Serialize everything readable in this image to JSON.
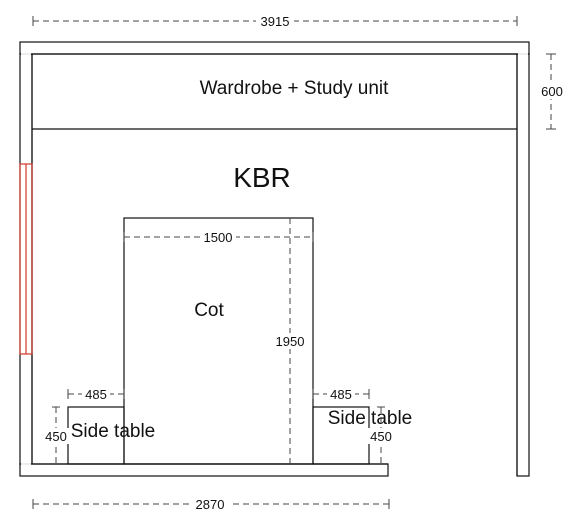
{
  "room": {
    "name": "KBR"
  },
  "furniture": {
    "wardrobe": "Wardrobe + Study unit",
    "cot": "Cot",
    "side_table_left": "Side table",
    "side_table_right": "Side table"
  },
  "dimensions": {
    "overall_width": "3915",
    "wardrobe_depth": "600",
    "cot_width": "1500",
    "cot_length": "1950",
    "side_table_left_width": "485",
    "side_table_left_depth": "450",
    "side_table_right_width": "485",
    "side_table_right_depth": "450",
    "bottom_wall_length": "2870"
  },
  "colors": {
    "lines": "#111111",
    "window": "#d23a2a",
    "background": "#ffffff"
  }
}
